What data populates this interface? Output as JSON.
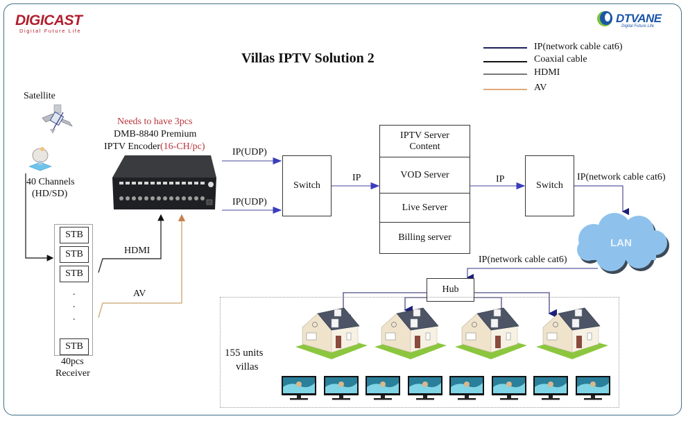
{
  "logos": {
    "left": {
      "name": "DIGICAST",
      "tagline": "Digital Future Life",
      "color": "#b11f2e"
    },
    "right": {
      "name": "DTVANE",
      "tagline": "Digital Future Life",
      "color": "#1a56a8"
    }
  },
  "title": "Villas IPTV Solution 2",
  "legend": [
    {
      "label": "IP(network cable cat6)",
      "color": "#1b1f5a"
    },
    {
      "label": "Coaxial cable",
      "color": "#111111"
    },
    {
      "label": "HDMI",
      "color": "#777777"
    },
    {
      "label": "AV",
      "color": "#e0a878"
    }
  ],
  "source": {
    "satellite_label": "Satellite",
    "channels_label_1": "40 Channels",
    "channels_label_2": "(HD/SD)"
  },
  "encoder": {
    "note": "Needs to have 3pcs",
    "model": "DMB-8840 Premium",
    "type_prefix": "IPTV Encoder",
    "type_suffix": "(16-CH/pc)"
  },
  "receivers": {
    "stb_label": "STB",
    "dots": ".",
    "count_label": "40pcs",
    "name_label": "Receiver",
    "hdmi_label": "HDMI",
    "av_label": "AV"
  },
  "links": {
    "udp_1": "IP(UDP)",
    "udp_2": "IP(UDP)",
    "ip_1": "IP",
    "ip_2": "IP",
    "cat6_to_lan": "IP(network cable cat6)",
    "cat6_to_hub": "IP(network cable cat6)"
  },
  "switch_1": "Switch",
  "switch_2": "Switch",
  "servers": [
    {
      "line1": "IPTV Server",
      "line2": "Content"
    },
    {
      "line1": "VOD Server",
      "line2": ""
    },
    {
      "line1": "Live Server",
      "line2": ""
    },
    {
      "line1": "Billing server",
      "line2": ""
    }
  ],
  "lan_label": "LAN",
  "hub_label": "Hub",
  "villas": {
    "label_1": "155 units",
    "label_2": "villas",
    "house_count": 4,
    "tv_count": 8
  }
}
